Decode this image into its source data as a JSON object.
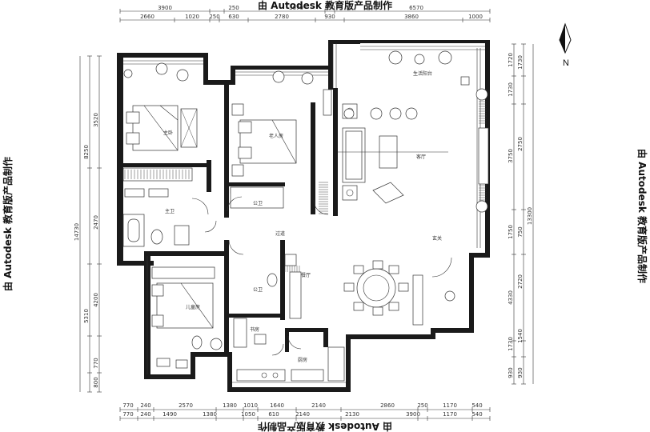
{
  "watermark": {
    "top": "由 Autodesk 教育版产品制作",
    "bottom": "由 Autodesk 教育版产品制作",
    "left": "由 Autodesk 教育版产品制作",
    "right": "由 Autodesk 教育版产品制作"
  },
  "north_label": "N",
  "dims": {
    "top_row1": [
      "3900",
      "250",
      "3670",
      "250",
      "6570"
    ],
    "top_row2": [
      "2660",
      "1020",
      "250",
      "630",
      "2780",
      "930",
      "3860",
      "1000"
    ],
    "bottom_row1": [
      "770",
      "240",
      "2570",
      "1380",
      "1010",
      "1640",
      "2140",
      "2860",
      "250",
      "1170",
      "540"
    ],
    "bottom_row2": [
      "770",
      "240",
      "1490",
      "1380",
      "1050",
      "610",
      "2140",
      "2130",
      "3900",
      "1170",
      "540"
    ],
    "left_outer": [
      "14730"
    ],
    "left_row2": [
      "8250",
      "5310"
    ],
    "left_row1": [
      "3520",
      "2470",
      "4200",
      "770",
      "800"
    ],
    "right_outer": [
      "13300"
    ],
    "right_row1": [
      "1720",
      "1730",
      "3750",
      "1750",
      "4330",
      "1730",
      "930"
    ],
    "right_row2": [
      "1730",
      "2750",
      "750",
      "2720",
      "1540",
      "930"
    ]
  },
  "rooms": {
    "master_bedroom": "主卧",
    "elder_room": "老人房",
    "child_room": "儿童房",
    "living_room": "客厅",
    "dining_room": "餐厅",
    "corridor": "过道",
    "entrance": "玄关",
    "kitchen": "厨房",
    "main_bath": "主卫",
    "guest_bath": "公卫",
    "study": "书房",
    "balcony": "生活阳台"
  }
}
